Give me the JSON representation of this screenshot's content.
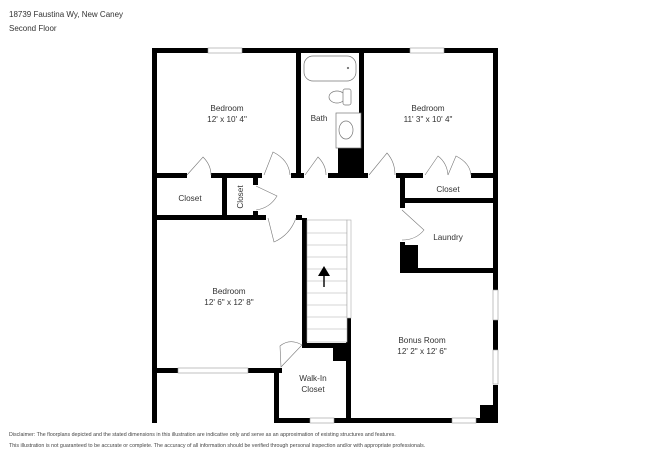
{
  "header": {
    "address": "18739 Faustina Wy, New Caney",
    "floor": "Second Floor"
  },
  "rooms": [
    {
      "id": "bedroom-1",
      "name": "Bedroom",
      "dimensions": "12' x 10' 4\""
    },
    {
      "id": "bath",
      "name": "Bath",
      "dimensions": ""
    },
    {
      "id": "bedroom-2",
      "name": "Bedroom",
      "dimensions": "11' 3\" x 10' 4\""
    },
    {
      "id": "closet-1",
      "name": "Closet",
      "dimensions": ""
    },
    {
      "id": "closet-2",
      "name": "Closet",
      "dimensions": ""
    },
    {
      "id": "closet-3",
      "name": "Closet",
      "dimensions": ""
    },
    {
      "id": "laundry",
      "name": "Laundry",
      "dimensions": ""
    },
    {
      "id": "bedroom-3",
      "name": "Bedroom",
      "dimensions": "12' 6\" x 12' 8\""
    },
    {
      "id": "walk-in-closet",
      "name": "Walk-In",
      "name2": "Closet",
      "dimensions": ""
    },
    {
      "id": "bonus-room",
      "name": "Bonus Room",
      "dimensions": "12' 2\" x 12' 6\""
    }
  ],
  "stairs": {
    "direction": "up"
  },
  "disclaimer": {
    "line1": "Disclaimer: The floorplans depicted and the stated dimensions in this illustration are indicative only and serve as an approximation of existing structures and features.",
    "line2": "This illustration is not guaranteed to be accurate or complete. The accuracy of all information should be verified through personal inspection and/or with appropriate professionals."
  },
  "colors": {
    "wall": "#000000",
    "window": "#ffffff",
    "fixture_stroke": "#888888",
    "text": "#333333"
  }
}
